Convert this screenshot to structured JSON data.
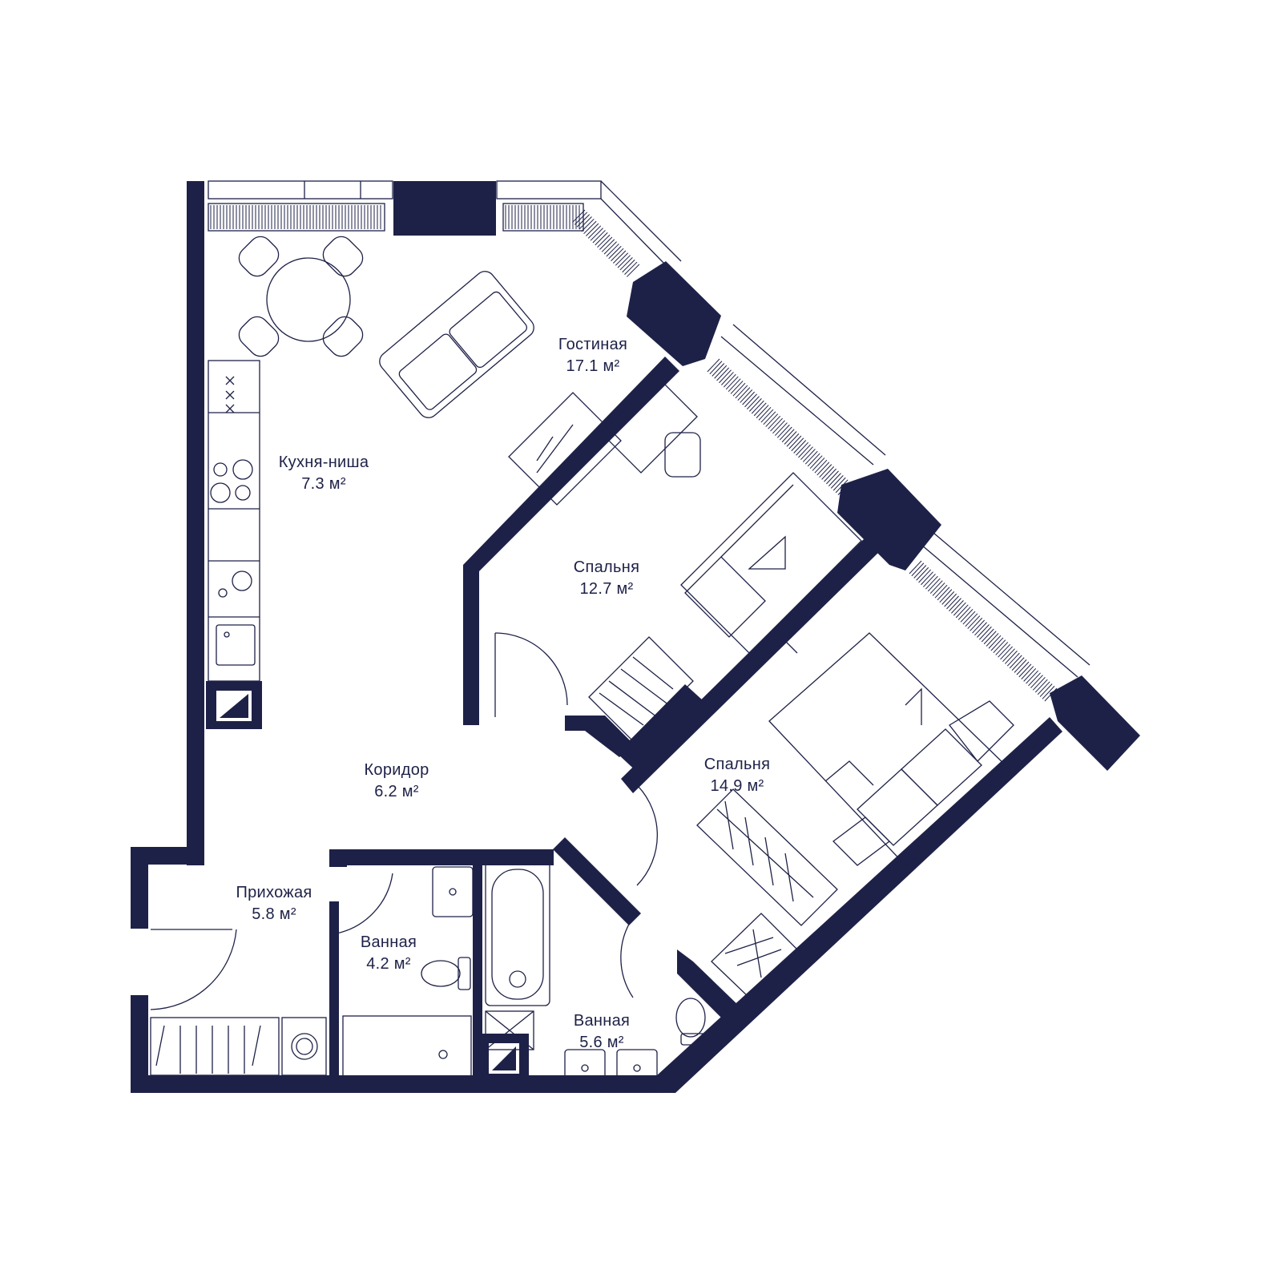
{
  "colors": {
    "wall": "#1e2147",
    "line": "#1e2147",
    "background": "#ffffff"
  },
  "rooms": [
    {
      "id": "living",
      "name": "Гостиная",
      "area": "17.1 м²"
    },
    {
      "id": "kitchen",
      "name": "Кухня-ниша",
      "area": "7.3 м²"
    },
    {
      "id": "bedroom1",
      "name": "Спальня",
      "area": "12.7 м²"
    },
    {
      "id": "corridor",
      "name": "Коридор",
      "area": "6.2 м²"
    },
    {
      "id": "bedroom2",
      "name": "Спальня",
      "area": "14.9 м²"
    },
    {
      "id": "hall",
      "name": "Прихожая",
      "area": "5.8 м²"
    },
    {
      "id": "bath1",
      "name": "Ванная",
      "area": "4.2 м²"
    },
    {
      "id": "bath2",
      "name": "Ванная",
      "area": "5.6 м²"
    }
  ],
  "icons": [
    "dining-table-icon",
    "sofa-icon",
    "desk-icon",
    "single-bed-icon",
    "double-bed-icon",
    "wardrobe-icon",
    "stove-icon",
    "sink-icon",
    "toilet-icon",
    "bathtub-icon",
    "shower-icon",
    "washing-machine-icon",
    "ventilation-shaft-icon",
    "radiator-icon",
    "window-icon",
    "door-swing-icon"
  ]
}
